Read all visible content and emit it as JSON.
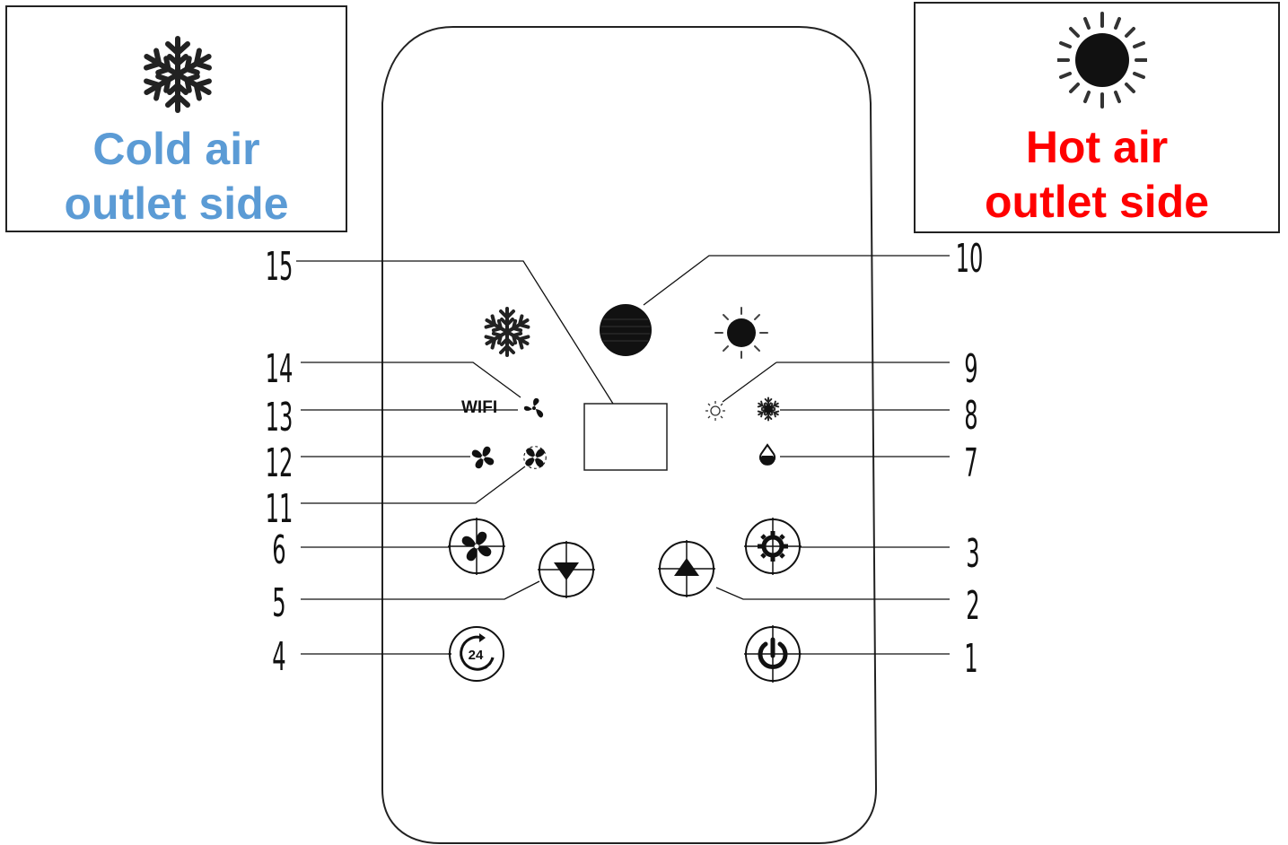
{
  "callouts": {
    "cold": {
      "line1": "Cold air",
      "line2": "outlet side",
      "icon": "snowflake-icon",
      "color": "#5b9bd5"
    },
    "hot": {
      "line1": "Hot air",
      "line2": "outlet side",
      "icon": "sun-icon",
      "color": "#ff0000"
    }
  },
  "panel": {
    "wifi_label": "WIFI",
    "indicators": {
      "top": [
        "snowflake-icon",
        "moon-disc-icon",
        "sun-icon"
      ],
      "left": [
        "fan-icon",
        "fan-low-icon",
        "fan-high-icon",
        "fan-auto-icon"
      ],
      "right": [
        "heat-icon",
        "cool-snowflake-icon",
        "dehumidify-icon"
      ]
    },
    "buttons": [
      {
        "id": "fan",
        "icon": "fan-icon"
      },
      {
        "id": "down",
        "icon": "triangle-down-icon"
      },
      {
        "id": "up",
        "icon": "triangle-up-icon"
      },
      {
        "id": "mode",
        "icon": "gear-icon"
      },
      {
        "id": "timer",
        "icon": "timer-24-icon"
      },
      {
        "id": "power",
        "icon": "power-icon"
      }
    ]
  },
  "labels": {
    "n1": "1",
    "n2": "2",
    "n3": "3",
    "n4": "4",
    "n5": "5",
    "n6": "6",
    "n7": "7",
    "n8": "8",
    "n9": "9",
    "n10": "10",
    "n11": "11",
    "n12": "12",
    "n13": "13",
    "n14": "14",
    "n15": "15"
  }
}
